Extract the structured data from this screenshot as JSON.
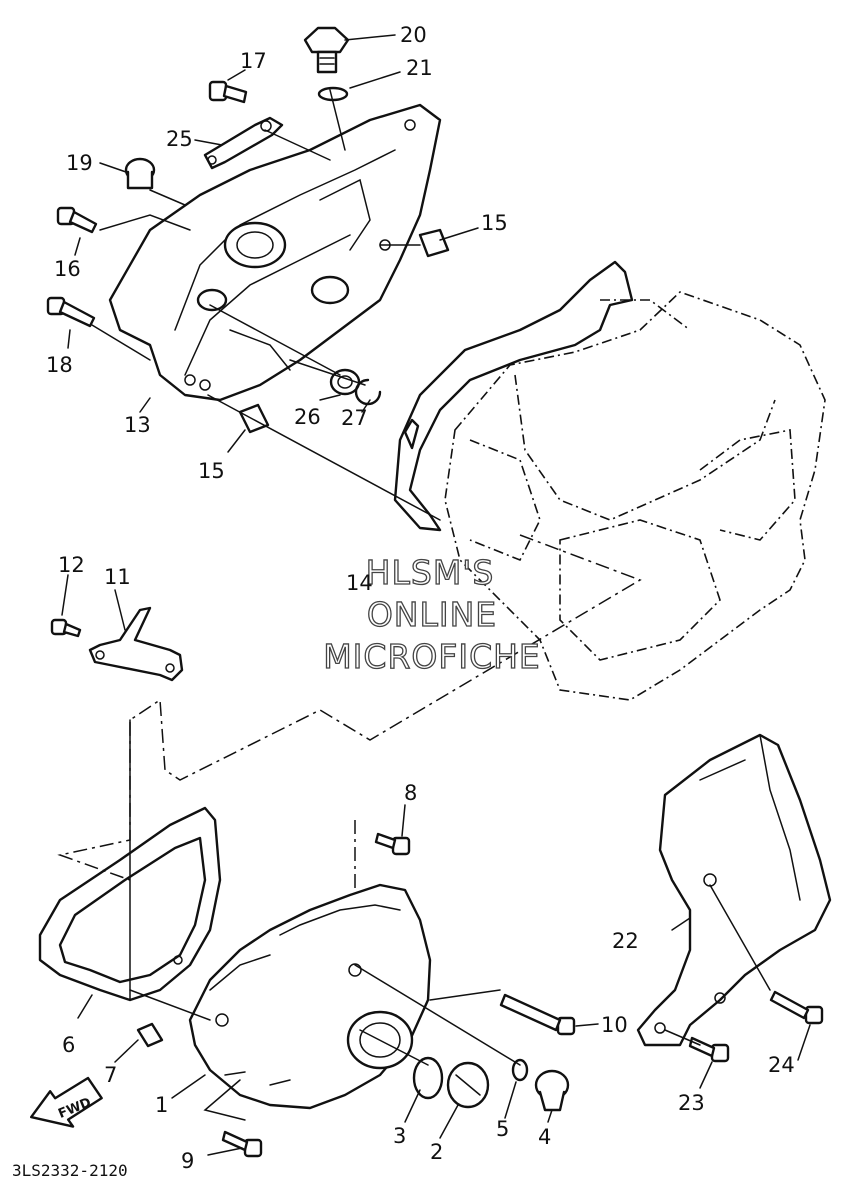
{
  "diagram_code": "3LS2332-2120",
  "watermark": {
    "line1": "HLSM'S",
    "line2": "ONLINE",
    "line3": "MICROFICHE"
  },
  "fwd_label": "FWD",
  "callouts": [
    {
      "id": "c1",
      "label": "1"
    },
    {
      "id": "c2",
      "label": "2"
    },
    {
      "id": "c3",
      "label": "3"
    },
    {
      "id": "c4",
      "label": "4"
    },
    {
      "id": "c5",
      "label": "5"
    },
    {
      "id": "c6",
      "label": "6"
    },
    {
      "id": "c7",
      "label": "7"
    },
    {
      "id": "c8",
      "label": "8"
    },
    {
      "id": "c9",
      "label": "9"
    },
    {
      "id": "c10",
      "label": "10"
    },
    {
      "id": "c11",
      "label": "11"
    },
    {
      "id": "c12",
      "label": "12"
    },
    {
      "id": "c13",
      "label": "13"
    },
    {
      "id": "c14",
      "label": "14"
    },
    {
      "id": "c15a",
      "label": "15"
    },
    {
      "id": "c15b",
      "label": "15"
    },
    {
      "id": "c16",
      "label": "16"
    },
    {
      "id": "c17",
      "label": "17"
    },
    {
      "id": "c18",
      "label": "18"
    },
    {
      "id": "c19",
      "label": "19"
    },
    {
      "id": "c20",
      "label": "20"
    },
    {
      "id": "c21",
      "label": "21"
    },
    {
      "id": "c22",
      "label": "22"
    },
    {
      "id": "c23",
      "label": "23"
    },
    {
      "id": "c24",
      "label": "24"
    },
    {
      "id": "c25",
      "label": "25"
    },
    {
      "id": "c26",
      "label": "26"
    },
    {
      "id": "c27",
      "label": "27"
    }
  ]
}
